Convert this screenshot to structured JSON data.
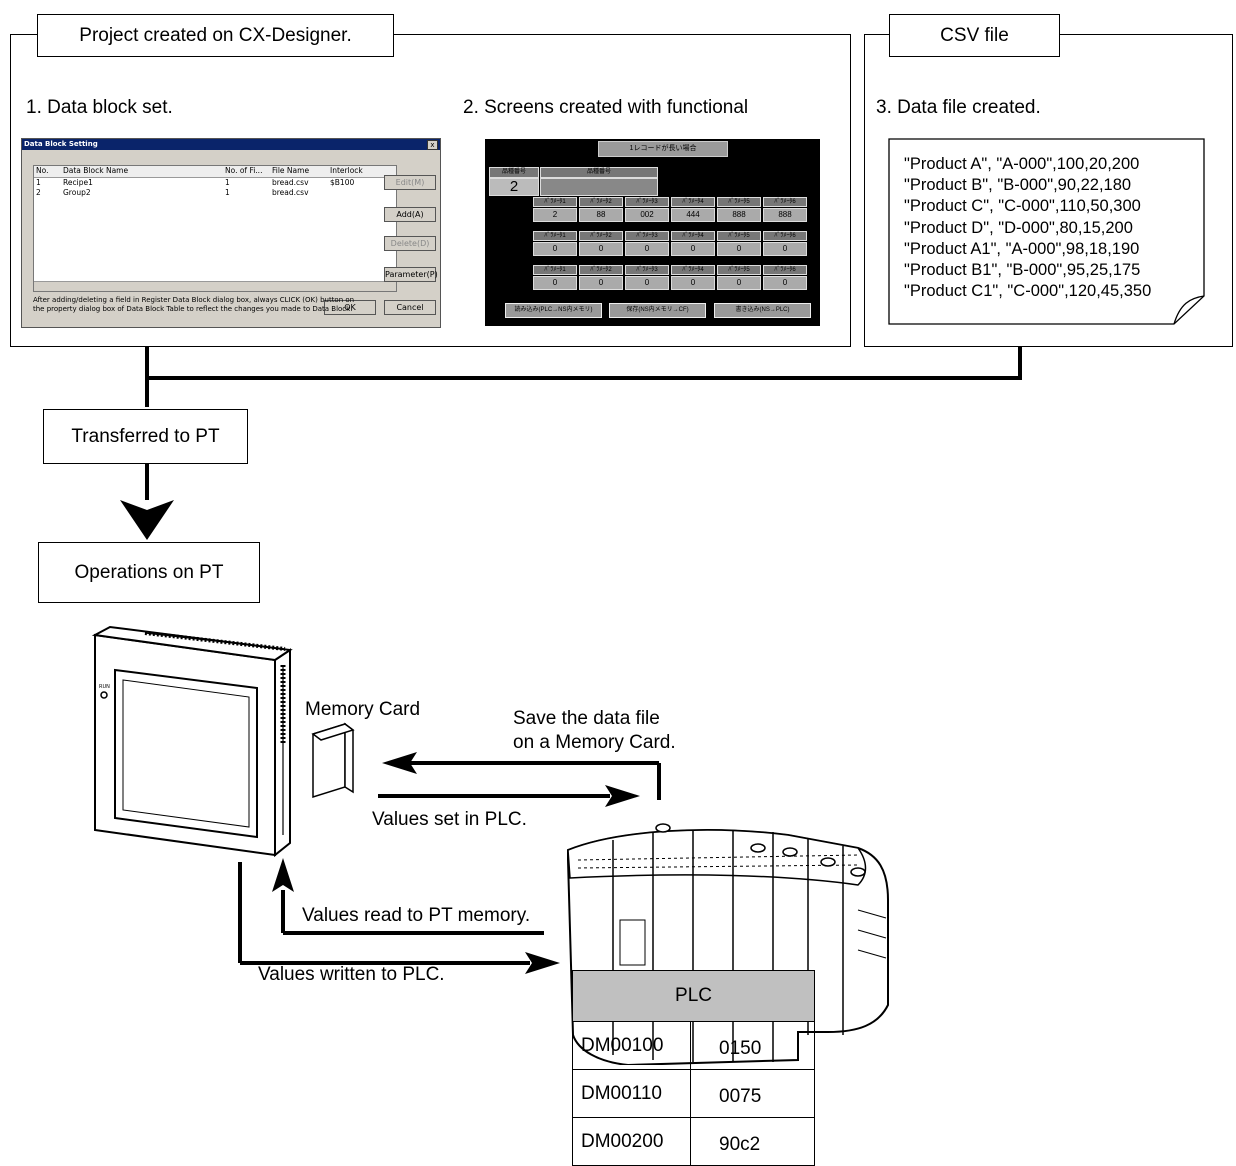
{
  "project_frame": {
    "title": "Project created on CX-Designer."
  },
  "csv_frame": {
    "title": "CSV file"
  },
  "steps": {
    "step1": "1. Data block set.",
    "step2": "2. Screens created with functional",
    "step3": "3. Data file created."
  },
  "dialog": {
    "title": "Data Block Setting",
    "close": "x",
    "columns": [
      "No.",
      "Data Block Name",
      "No. of Fi...",
      "File Name",
      "Interlock"
    ],
    "rows": [
      [
        "1",
        "Recipe1",
        "1",
        "bread.csv",
        "$B100"
      ],
      [
        "2",
        "Group2",
        "1",
        "bread.csv",
        ""
      ]
    ],
    "buttons": {
      "edit": "Edit(M)",
      "add": "Add(A)",
      "delete": "Delete(D)",
      "parameter": "Parameter(P)",
      "ok": "OK",
      "cancel": "Cancel"
    },
    "note": "After adding/deleting a field in Register Data Block dialog box, always CLICK (OK) button on the property dialog box of Data Block Table to reflect the changes you made to Data Block."
  },
  "screen": {
    "title": "1レコードが長い場合",
    "left_label_1": "品種番号",
    "left_label_2": "品種番号",
    "big_value": "2",
    "param_rows": [
      {
        "labels": [
          "ﾊﾟﾗﾒｰﾀ1",
          "ﾊﾟﾗﾒｰﾀ2",
          "ﾊﾟﾗﾒｰﾀ3",
          "ﾊﾟﾗﾒｰﾀ4",
          "ﾊﾟﾗﾒｰﾀ5",
          "ﾊﾟﾗﾒｰﾀ6"
        ],
        "values": [
          "2",
          "88",
          "002",
          "444",
          "888",
          "888"
        ]
      },
      {
        "labels": [
          "ﾊﾟﾗﾒｰﾀ1",
          "ﾊﾟﾗﾒｰﾀ2",
          "ﾊﾟﾗﾒｰﾀ3",
          "ﾊﾟﾗﾒｰﾀ4",
          "ﾊﾟﾗﾒｰﾀ5",
          "ﾊﾟﾗﾒｰﾀ6"
        ],
        "values": [
          "0",
          "0",
          "0",
          "0",
          "0",
          "0"
        ]
      },
      {
        "labels": [
          "ﾊﾟﾗﾒｰﾀ1",
          "ﾊﾟﾗﾒｰﾀ2",
          "ﾊﾟﾗﾒｰﾀ3",
          "ﾊﾟﾗﾒｰﾀ4",
          "ﾊﾟﾗﾒｰﾀ5",
          "ﾊﾟﾗﾒｰﾀ6"
        ],
        "values": [
          "0",
          "0",
          "0",
          "0",
          "0",
          "0"
        ]
      }
    ],
    "buttons": [
      "読み込み(PLC→NS内メモリ)",
      "保存(NS内メモリ→CF)",
      "書き込み(NS→PLC)"
    ]
  },
  "csv": {
    "lines": [
      "\"Product A\", \"A-000\",100,20,200",
      "\"Product B\", \"B-000\",90,22,180",
      "\"Product C\", \"C-000\",110,50,300",
      "\"Product D\", \"D-000\",80,15,200",
      "\"Product A1\", \"A-000\",98,18,190",
      "\"Product B1\", \"B-000\",95,25,175",
      "\"Product C1\", \"C-000\",120,45,350"
    ]
  },
  "flow": {
    "transferred": "Transferred to PT",
    "operations": "Operations on PT"
  },
  "labels": {
    "memory_card": "Memory Card",
    "save_line1": "Save the data file",
    "save_line2": "on a Memory Card.",
    "values_set": "Values set in PLC.",
    "values_read": "Values read to PT memory.",
    "values_written": "Values written to PLC."
  },
  "pt_run": "RUN",
  "plc_table": {
    "header": "PLC",
    "rows": [
      {
        "address": "DM00100",
        "value": "0150"
      },
      {
        "address": "DM00110",
        "value": "0075"
      },
      {
        "address": "DM00200",
        "value": "90c2"
      }
    ]
  }
}
